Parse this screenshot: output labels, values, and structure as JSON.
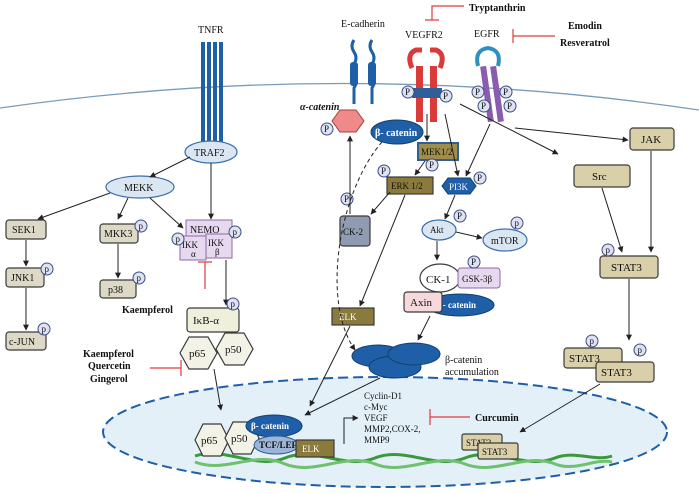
{
  "receptors": {
    "tnfr": "TNFR",
    "ecadherin": "E-cadherin",
    "vegfr2": "VEGFR2",
    "egfr": "EGFR"
  },
  "inhibitors": {
    "tryptanthrin": "Tryptanthrin",
    "emodin": "Emodin",
    "resveratrol": "Resveratrol",
    "kaempferol": "Kaempferol",
    "kaempferol2": "Kaempferol",
    "quercetin": "Quercetin",
    "gingerol": "Gingerol",
    "curcumin": "Curcumin"
  },
  "left_pathway": {
    "traf2": "TRAF2",
    "mekk": "MEKK",
    "sek1": "SEK1",
    "jnk1": "JNK1",
    "cjun": "c-JUN",
    "mkk3": "MKK3",
    "p38": "p38",
    "nemo": "NEMO",
    "ikka": "IKK",
    "ikka_sub": "α",
    "ikkb": "IKK",
    "ikkb_sub": "β",
    "ikba": "IκB-α",
    "p65": "p65",
    "p50": "p50"
  },
  "middle_pathway": {
    "alpha_catenin": "α-catenin",
    "beta_catenin": "β- catenin",
    "mek12": "MEK1/2",
    "erk12": "ERK  1/2",
    "ck2": "CK-2",
    "pi3k": "PI3K",
    "akt": "Akt",
    "mtor": "mTOR",
    "ck1": "CK-1",
    "gsk3b": "GSK-3β",
    "axin": "Axin",
    "beta_catenin2": "β- catenin",
    "elk": "ELK",
    "accum_line1": "β-catenin",
    "accum_line2": "accumulation"
  },
  "right_pathway": {
    "jak": "JAK",
    "src": "Src",
    "stat3": "STAT3",
    "stat3_a": "STAT3",
    "stat3_b": "STAT3"
  },
  "nucleus": {
    "beta_catenin": "β- catenin",
    "tcf_lef": "TCF/LEF",
    "elk": "ELK",
    "p65": "p65",
    "p50": "p50",
    "stat3_a": "STAT3",
    "stat3_b": "STAT3",
    "targets": [
      "Cyclin-D1",
      "c-Myc",
      "VEGF",
      "MMP2,COX-2,",
      "MMP9"
    ]
  },
  "phospho_label": "p",
  "phospho_label_upper": "P",
  "colors": {
    "receptor_blue": "#1f5fa8",
    "receptor_red": "#d93b3b",
    "receptor_purple": "#8a5cb0",
    "inhibitor_red": "#e03a3a",
    "nucleus_fill": "#e3f0f8",
    "dna_green": "#3a9a3a",
    "box_tan": "#d9cfa8",
    "box_dark": "#8a7a3c"
  }
}
